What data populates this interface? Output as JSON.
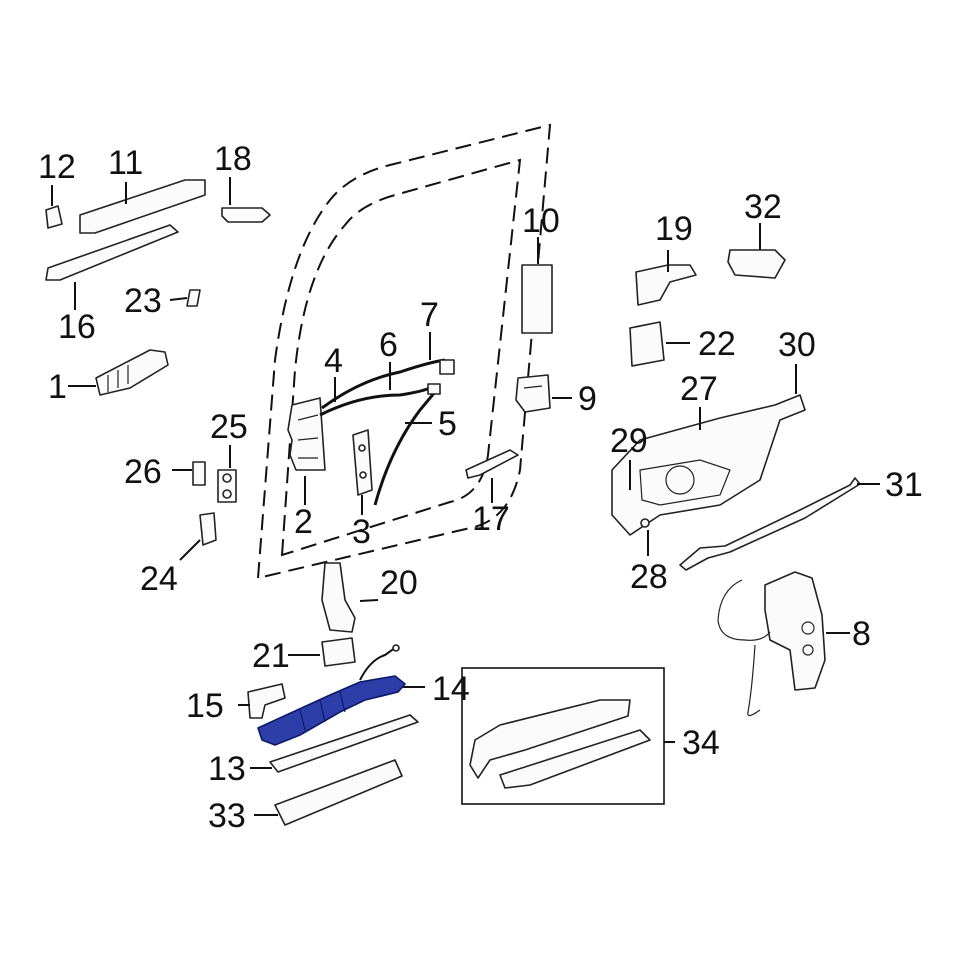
{
  "diagram": {
    "labels": [
      {
        "id": "1",
        "text": "1"
      },
      {
        "id": "2",
        "text": "2"
      },
      {
        "id": "3",
        "text": "3"
      },
      {
        "id": "4",
        "text": "4"
      },
      {
        "id": "5",
        "text": "5"
      },
      {
        "id": "6",
        "text": "6"
      },
      {
        "id": "7",
        "text": "7"
      },
      {
        "id": "8",
        "text": "8"
      },
      {
        "id": "9",
        "text": "9"
      },
      {
        "id": "10",
        "text": "10"
      },
      {
        "id": "11",
        "text": "11"
      },
      {
        "id": "12",
        "text": "12"
      },
      {
        "id": "13",
        "text": "13"
      },
      {
        "id": "14",
        "text": "14"
      },
      {
        "id": "15",
        "text": "15"
      },
      {
        "id": "16",
        "text": "16"
      },
      {
        "id": "17",
        "text": "17"
      },
      {
        "id": "18",
        "text": "18"
      },
      {
        "id": "19",
        "text": "19"
      },
      {
        "id": "20",
        "text": "20"
      },
      {
        "id": "21",
        "text": "21"
      },
      {
        "id": "22",
        "text": "22"
      },
      {
        "id": "23",
        "text": "23"
      },
      {
        "id": "24",
        "text": "24"
      },
      {
        "id": "25",
        "text": "25"
      },
      {
        "id": "26",
        "text": "26"
      },
      {
        "id": "27",
        "text": "27"
      },
      {
        "id": "28",
        "text": "28"
      },
      {
        "id": "29",
        "text": "29"
      },
      {
        "id": "30",
        "text": "30"
      },
      {
        "id": "31",
        "text": "31"
      },
      {
        "id": "32",
        "text": "32"
      },
      {
        "id": "33",
        "text": "33"
      },
      {
        "id": "34",
        "text": "34"
      }
    ],
    "highlight_color": "#2e3ea8",
    "highlighted_part": "14"
  }
}
